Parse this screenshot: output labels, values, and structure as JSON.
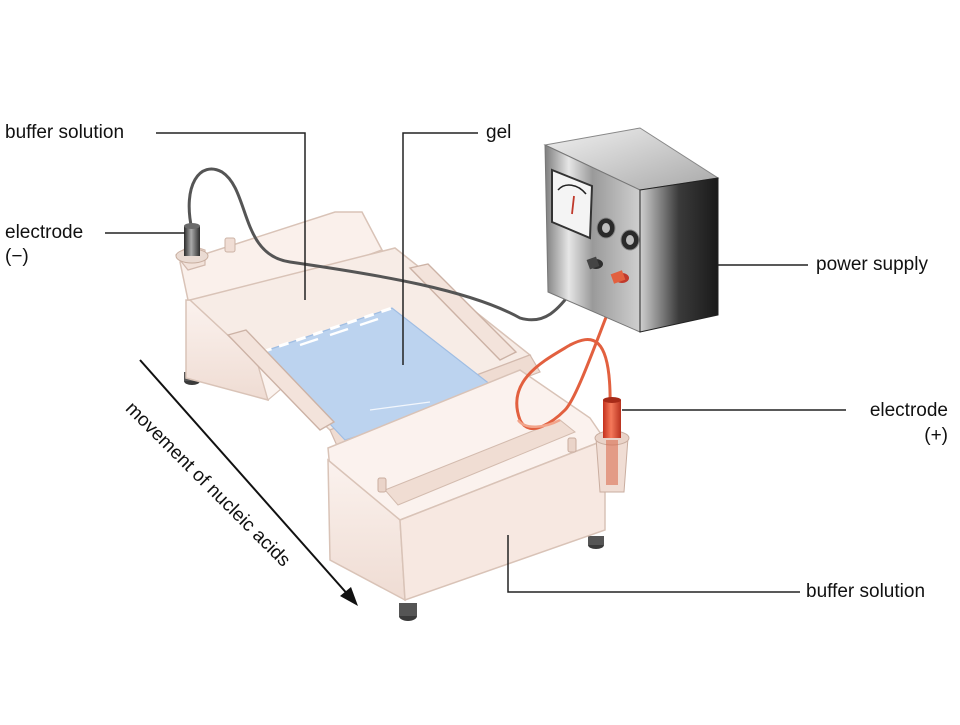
{
  "labels": {
    "buffer_top": "buffer solution",
    "gel": "gel",
    "electrode_neg_name": "electrode",
    "electrode_neg_sign": "(−)",
    "power_supply": "power supply",
    "electrode_pos_name": "electrode",
    "electrode_pos_sign": "(+)",
    "buffer_bottom": "buffer solution",
    "movement": "movement of nucleic acids"
  },
  "colors": {
    "gel": "#bcd3ef",
    "tray": "#f6e9e2",
    "tray_edge": "#d9c3b7",
    "wire_black": "#555555",
    "wire_red": "#e2603f",
    "leader_line": "#222222"
  },
  "icons": [
    "electrode-negative-icon",
    "electrode-positive-icon",
    "power-supply-icon",
    "meter-icon",
    "direction-arrow-icon"
  ]
}
